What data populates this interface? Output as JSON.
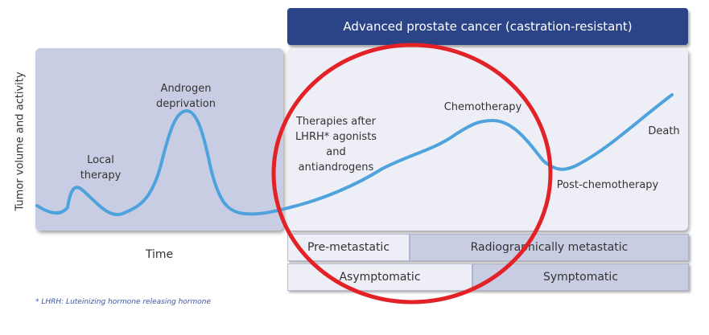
{
  "header": {
    "title": "Advanced prostate cancer (castration-resistant)"
  },
  "axes": {
    "ylabel": "Tumor volume and activity",
    "xlabel": "Time"
  },
  "curve_labels": {
    "local_therapy": [
      "Local",
      "therapy"
    ],
    "androgen_deprivation": [
      "Androgen",
      "deprivation"
    ],
    "therapies_after": [
      "Therapies after",
      "LHRH* agonists",
      "and",
      "antiandrogens"
    ],
    "chemotherapy": "Chemotherapy",
    "death": "Death",
    "post_chemotherapy": "Post-chemotherapy"
  },
  "stage_row": {
    "pre_metastatic": "Pre-metastatic",
    "radiographically_metastatic": "Radiographically metastatic"
  },
  "symptom_row": {
    "asymptomatic": "Asymptomatic",
    "symptomatic": "Symptomatic"
  },
  "footnote": "* LHRH: Luteinizing hormone releasing hormone",
  "colors": {
    "header": "#2b4487",
    "curve": "#4ea3dc",
    "circle": "#e32227",
    "panel_left": "#c9cde3",
    "panel_right": "#edeef6",
    "footnote": "#3b55a0"
  }
}
